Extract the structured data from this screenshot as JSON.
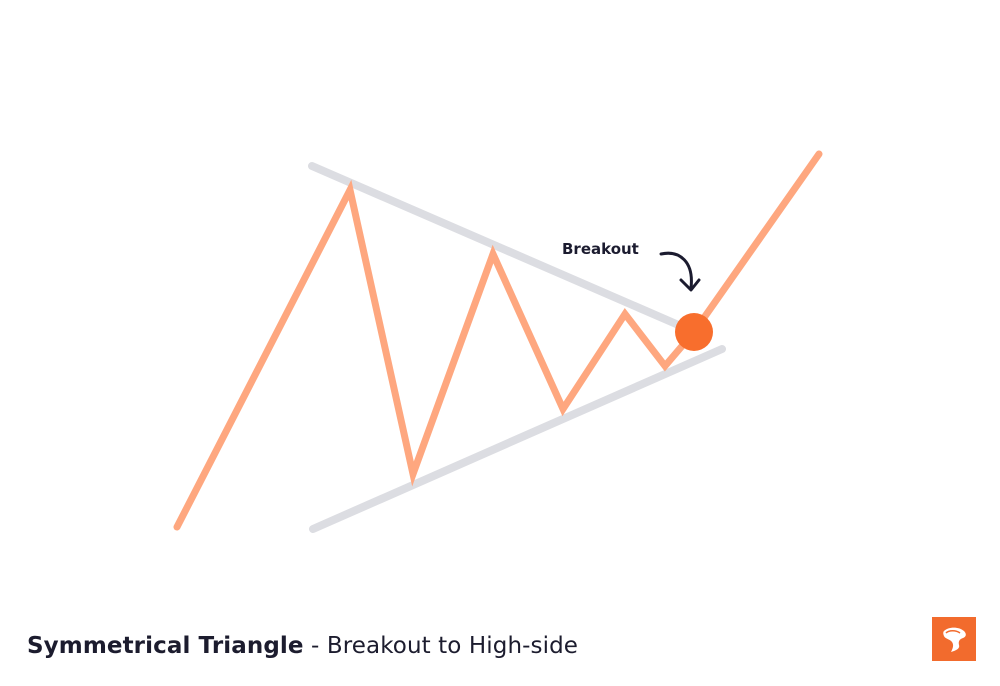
{
  "chart_data": {
    "type": "line",
    "title": "Symmetrical Triangle - Breakout to High-side",
    "title_bold_part": "Symmetrical Triangle",
    "title_regular_part": " - Breakout to High-side",
    "annotation": "Breakout",
    "xlabel": "",
    "ylabel": "",
    "grid": false,
    "legend": null,
    "series": [
      {
        "name": "price",
        "color": "#fea77f",
        "points": [
          [
            177,
            527
          ],
          [
            350,
            190
          ],
          [
            413,
            474
          ],
          [
            493,
            254
          ],
          [
            563,
            409
          ],
          [
            625,
            314
          ],
          [
            665,
            366
          ],
          [
            694,
            332
          ],
          [
            819,
            154
          ]
        ]
      },
      {
        "name": "upper-trendline",
        "color": "#dcdde2",
        "points": [
          [
            312,
            166
          ],
          [
            690,
            330
          ]
        ]
      },
      {
        "name": "lower-trendline",
        "color": "#dcdde2",
        "points": [
          [
            313,
            529
          ],
          [
            722,
            349
          ]
        ]
      }
    ],
    "breakout_point": {
      "x": 694,
      "y": 332,
      "color": "#f86e2d"
    }
  },
  "caption": {
    "bold": "Symmetrical Triangle",
    "regular": " - Breakout to High-side"
  },
  "logo": {
    "icon": "bull-head-icon",
    "bg_color": "#f26b2d"
  }
}
